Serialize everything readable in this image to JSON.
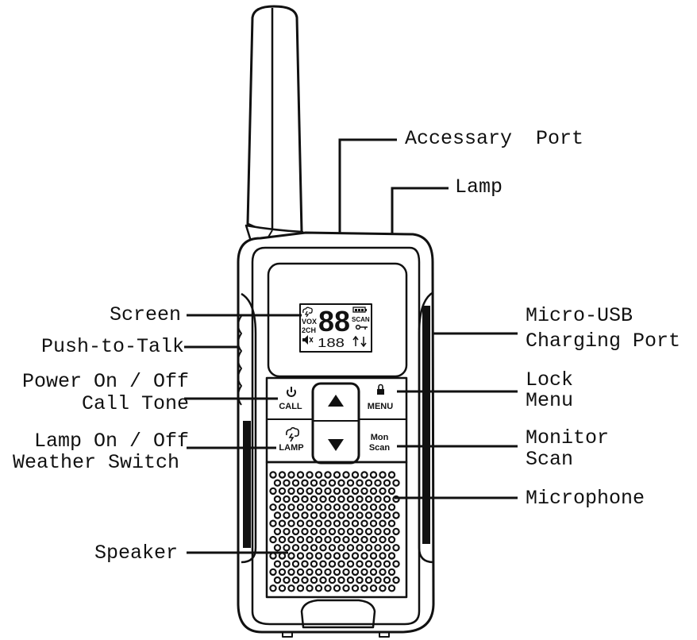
{
  "labels": {
    "accessory_port": "Accessary  Port",
    "lamp": "Lamp",
    "screen": "Screen",
    "push_to_talk": "Push-to-Talk",
    "power_line1": "Power On / Off",
    "power_line2": "Call Tone",
    "lamp_on_line1": "Lamp On / Off",
    "lamp_on_line2": "Weather Switch",
    "speaker": "Speaker",
    "usb_line1": "Micro-USB",
    "usb_line2": "Charging Port",
    "lock_line1": "Lock",
    "lock_line2": "Menu",
    "monitor_line1": "Monitor",
    "monitor_line2": "Scan",
    "microphone": "Microphone"
  },
  "buttons": {
    "call": "CALL",
    "menu": "MENU",
    "lamp": "LAMP",
    "mon": "Mon",
    "scan": "Scan"
  },
  "lcd": {
    "vox": "VOX",
    "two_ch": "2CH",
    "big_digits": "88",
    "scan": "SCAN",
    "small_digits": "188"
  },
  "icons": [
    "power-icon",
    "lock-icon",
    "weather-icon",
    "up-arrow-icon",
    "down-arrow-icon",
    "battery-icon",
    "key-icon",
    "speaker-mute-icon"
  ]
}
